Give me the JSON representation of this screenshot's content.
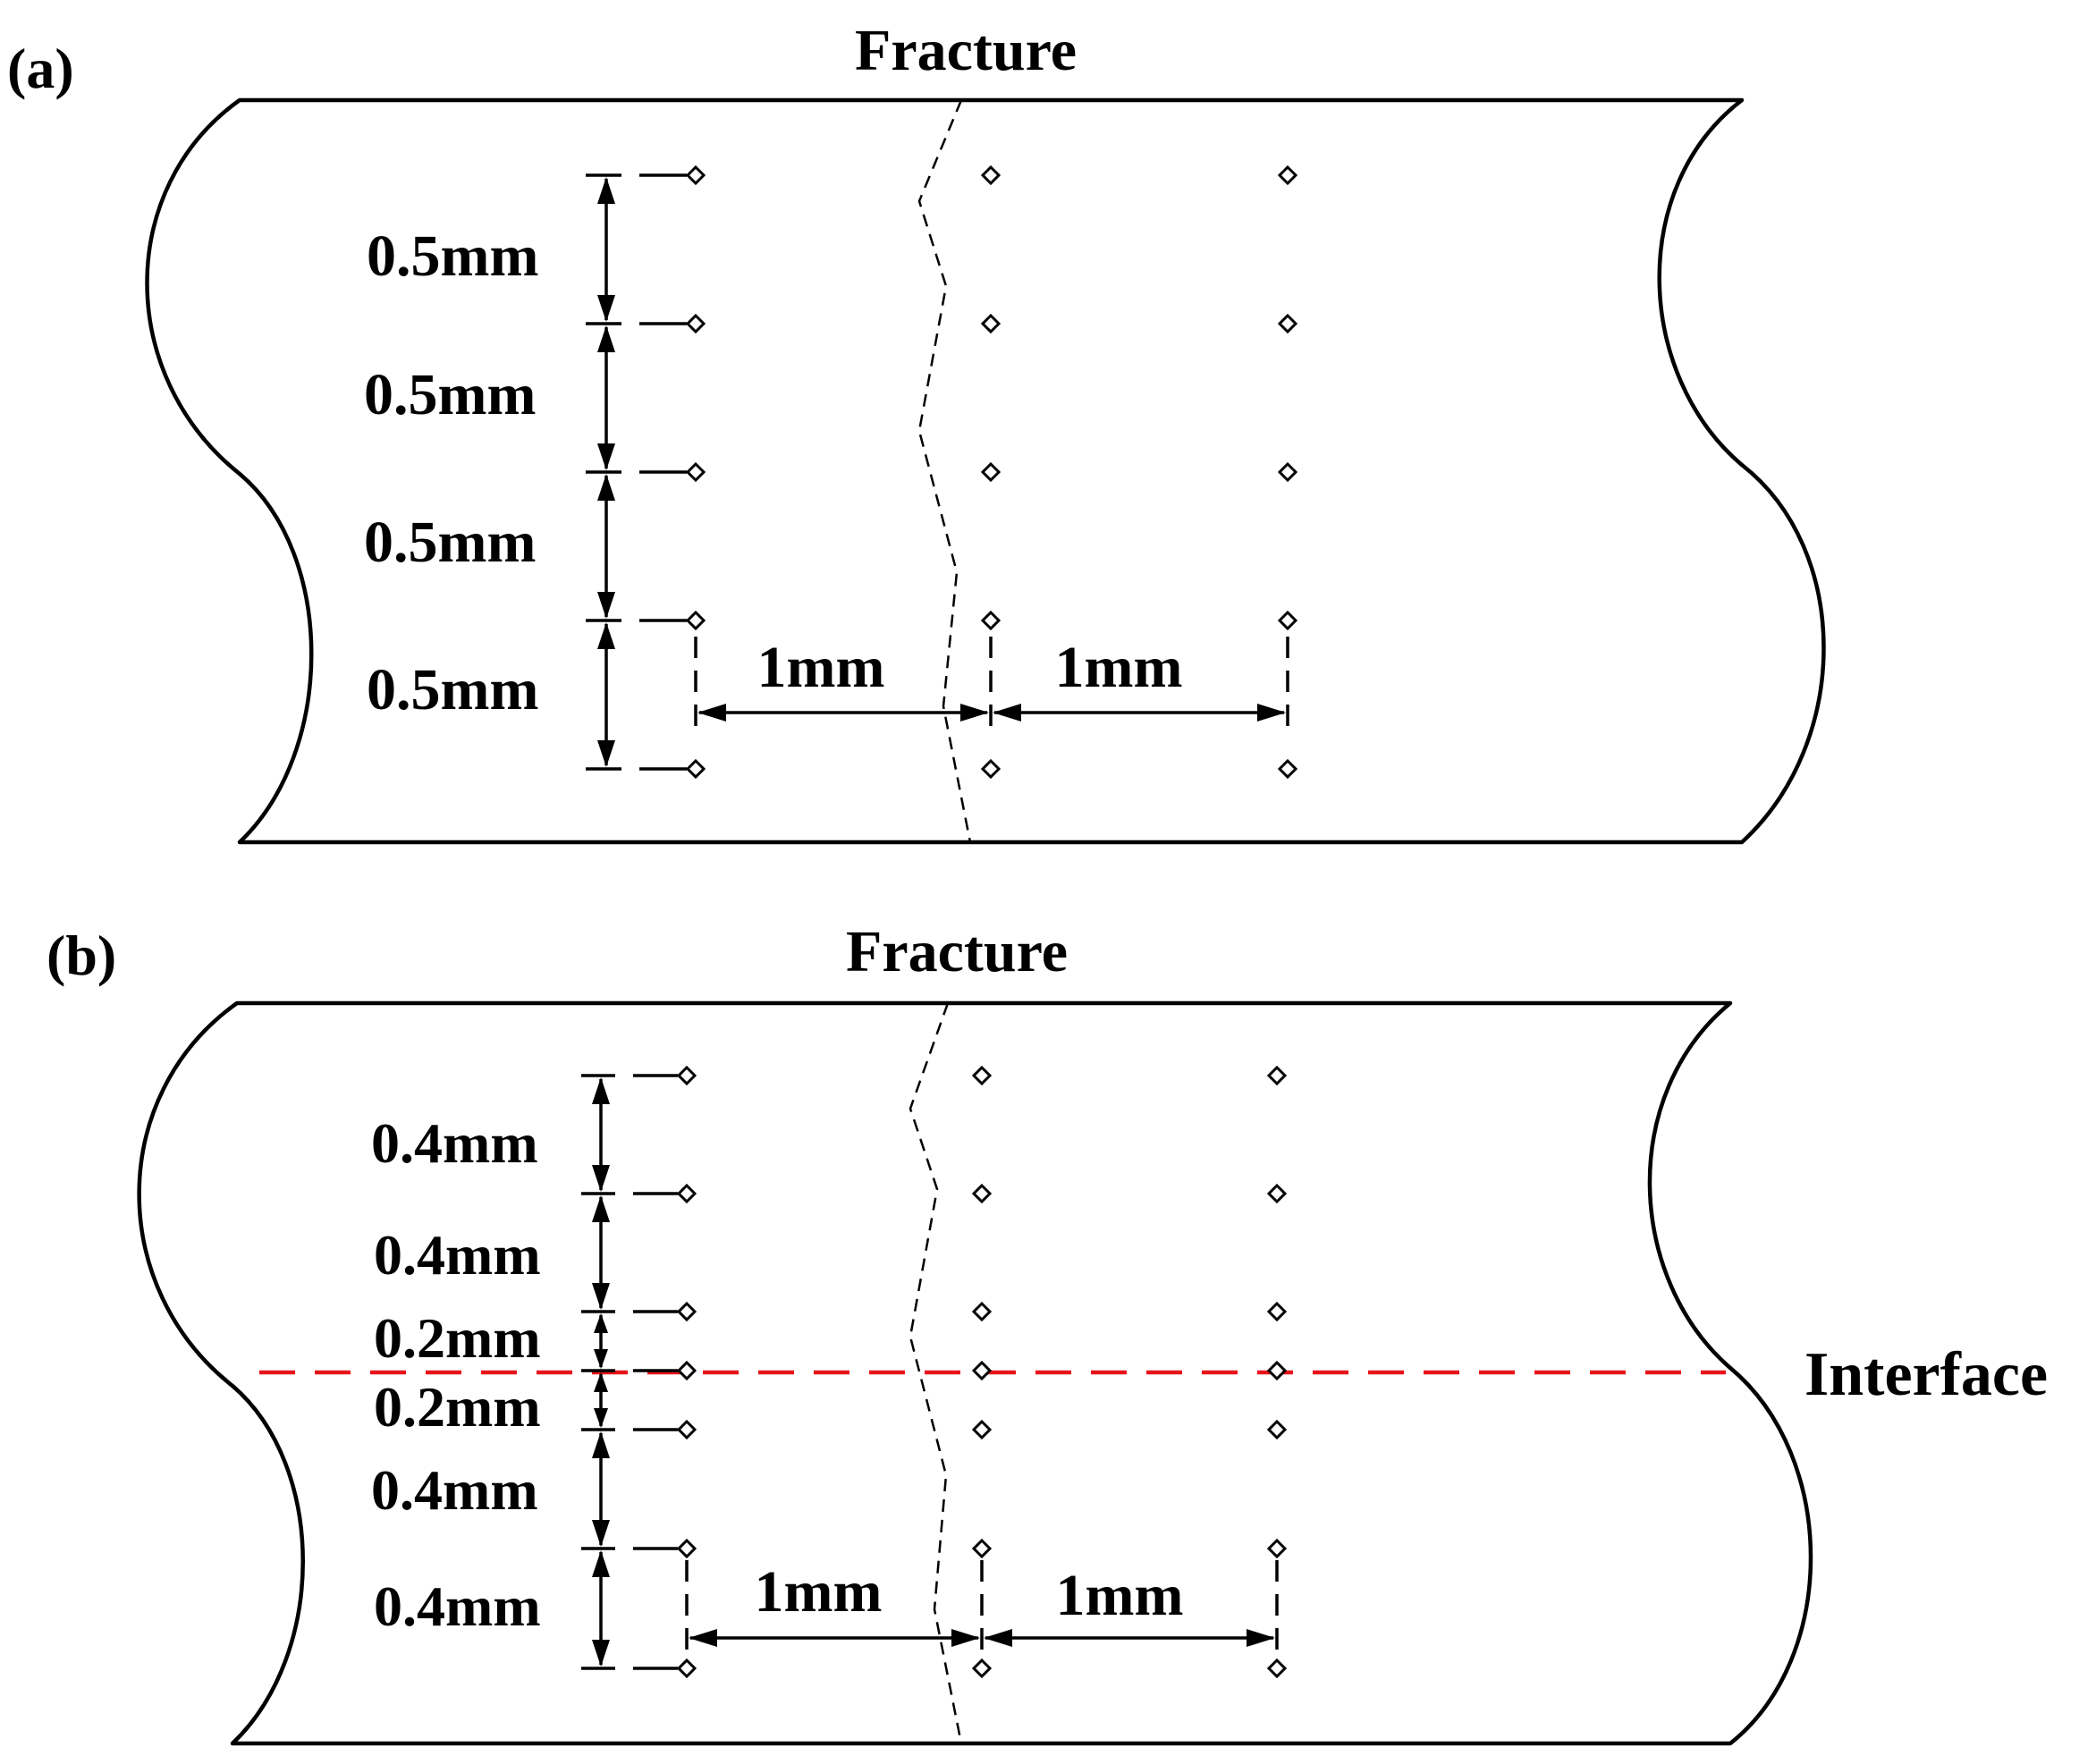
{
  "panel_a": {
    "label": "(a)",
    "fracture_label": "Fracture",
    "vertical_spacings": [
      "0.5mm",
      "0.5mm",
      "0.5mm",
      "0.5mm"
    ],
    "horizontal_spacings": [
      "1mm",
      "1mm"
    ]
  },
  "panel_b": {
    "label": "(b)",
    "fracture_label": "Fracture",
    "interface_label": "Interface",
    "interface_color": "#e8141b",
    "vertical_spacings": [
      "0.4mm",
      "0.4mm",
      "0.2mm",
      "0.2mm",
      "0.4mm",
      "0.4mm"
    ],
    "horizontal_spacings": [
      "1mm",
      "1mm"
    ]
  }
}
